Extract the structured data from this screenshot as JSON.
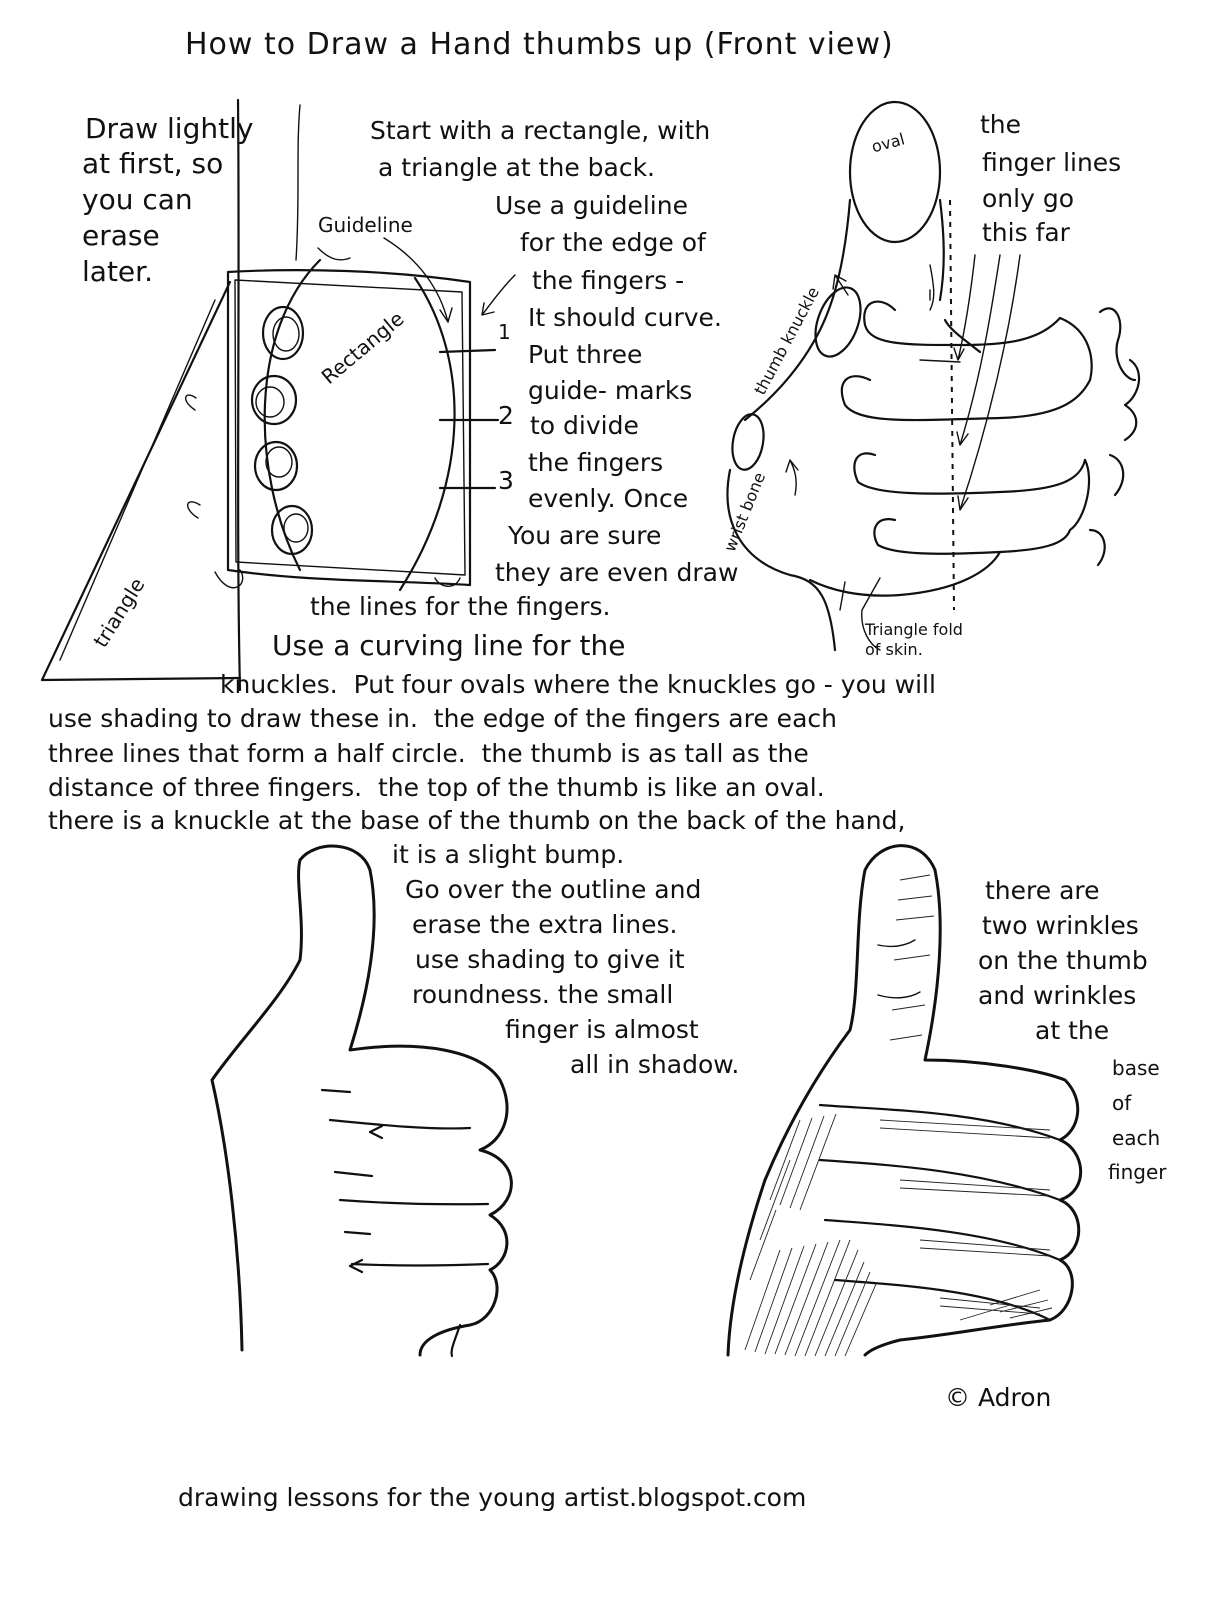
{
  "title": "How to Draw a Hand thumbs up (Front view)",
  "intro": {
    "line1": "Draw lightly",
    "line2": "at first, so",
    "line3": "you can",
    "line4": "erase",
    "line5": "later."
  },
  "step1": {
    "line1": "Start with a rectangle, with",
    "line2": "a triangle at the back.",
    "line3": "Use a guideline",
    "line4": "for the edge of",
    "line5": "the fingers -",
    "line6": "It should curve.",
    "line7": "Put three",
    "line8": "guide- marks",
    "line9": "to divide",
    "line10": "the fingers",
    "line11": "evenly. Once",
    "line12": "You are sure",
    "line13": "they are even draw",
    "line14": "the lines for the fingers."
  },
  "labels": {
    "guideline": "Guideline",
    "rectangle": "Rectangle",
    "triangle": "triangle",
    "mark1": "1",
    "mark2": "2",
    "mark3": "3",
    "oval": "oval",
    "thumb_knuckle": "thumb knuckle",
    "wrist_bone": "wrist bone",
    "triangle_fold_1": "Triangle fold",
    "triangle_fold_2": "of skin."
  },
  "finger_note": {
    "line1": "the",
    "line2": "finger lines",
    "line3": "only go",
    "line4": "this far"
  },
  "paragraph": {
    "line1": "Use a curving line for the",
    "line2": "knuckles.  Put four ovals where the knuckles go - you will",
    "line3": "use shading to draw these in.  the edge of the fingers are each",
    "line4": "three lines that form a half circle.  the thumb is as tall as the",
    "line5": "distance of three fingers.  the top of the thumb is like an oval.",
    "line6": "there is a knuckle at the base of the thumb on the back of the hand,",
    "line7": "it is a slight bump."
  },
  "step3": {
    "line1": "Go over the outline and",
    "line2": "erase the extra lines.",
    "line3": "use shading to give it",
    "line4": "roundness. the small",
    "line5": "finger is almost",
    "line6": "all in shadow."
  },
  "wrinkle_note": {
    "line1": "there are",
    "line2": "two wrinkles",
    "line3": "on the thumb",
    "line4": "and wrinkles",
    "line5": "at the",
    "line6": "base",
    "line7": "of",
    "line8": "each",
    "line9": "finger"
  },
  "signature": "© Adron",
  "footer": "drawing lessons for the young artist.blogspot.com"
}
